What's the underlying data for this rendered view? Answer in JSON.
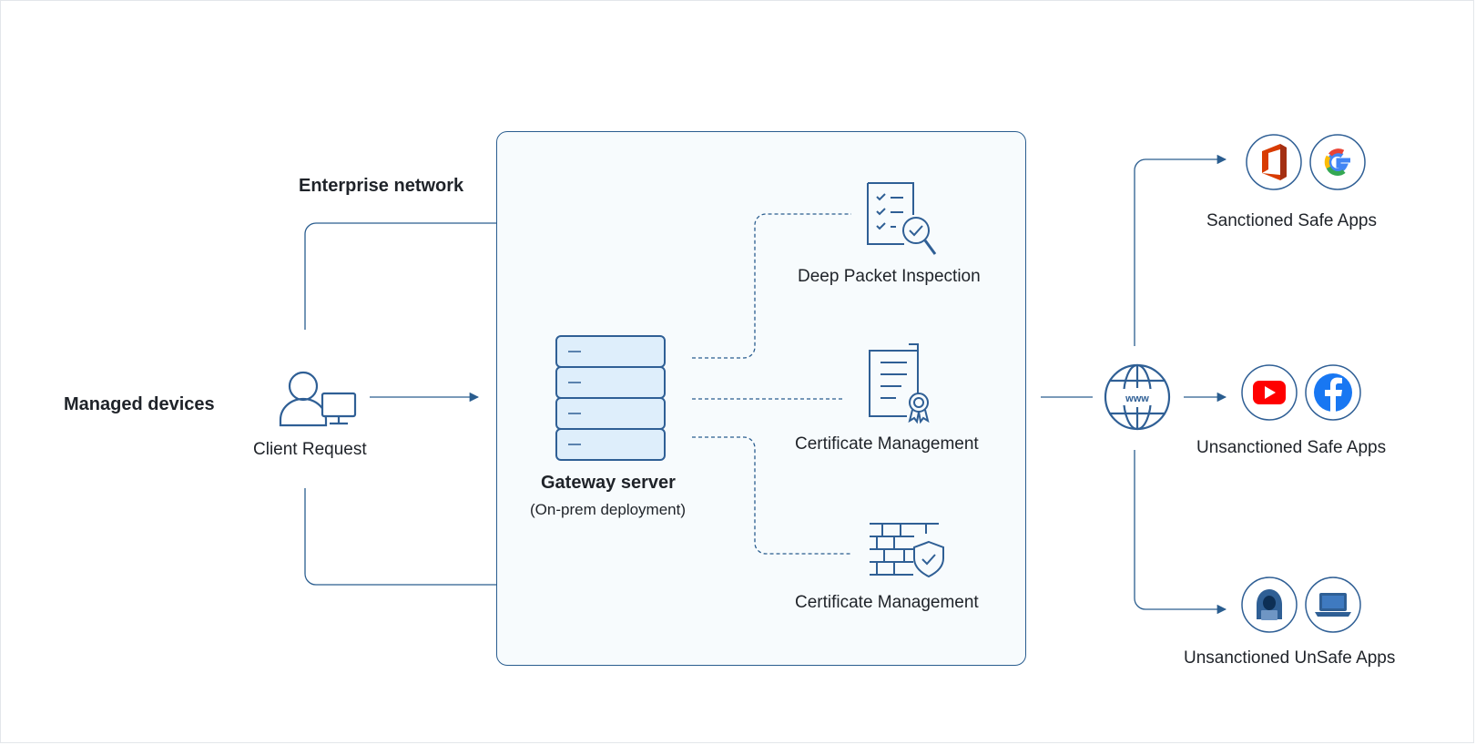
{
  "labels": {
    "enterprise_network": "Enterprise network",
    "managed_devices": "Managed devices",
    "client_request": "Client Request",
    "gateway_title": "Gateway server",
    "gateway_subtitle": "(On-prem deployment)",
    "deep_packet_inspection": "Deep Packet Inspection",
    "certificate_management_1": "Certificate Management",
    "certificate_management_2": "Certificate Management",
    "www_globe": "www"
  },
  "app_groups": [
    {
      "label": "Sanctioned Safe Apps",
      "icons": [
        "office-icon",
        "google-icon"
      ]
    },
    {
      "label": "Unsanctioned Safe Apps",
      "icons": [
        "youtube-icon",
        "facebook-icon"
      ]
    },
    {
      "label": "Unsanctioned UnSafe Apps",
      "icons": [
        "hacker-icon",
        "laptop-icon"
      ]
    }
  ],
  "colors": {
    "line": "#2a5d8f",
    "icon_stroke": "#2f5f95",
    "panel_bg": "#f7fbfd",
    "server_fill": "#deeefb",
    "office_red": "#d83b01",
    "youtube_red": "#ff0000",
    "facebook_blue": "#1877f2"
  }
}
